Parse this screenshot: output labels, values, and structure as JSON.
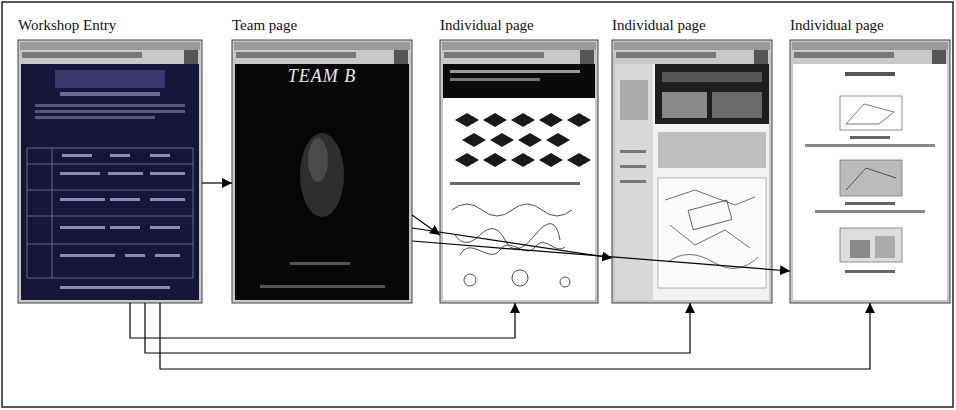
{
  "diagram": {
    "nodes": [
      {
        "text": [
          "Workshop Entry"
        ]
      },
      {
        "text": [
          "Team page",
          "TEAM B"
        ]
      },
      {
        "text": [
          "Individual page"
        ]
      },
      {
        "text": [
          "Individual page"
        ]
      },
      {
        "text": [
          "Individual page"
        ]
      }
    ],
    "edges": [
      {
        "from": 0,
        "to": 1,
        "arrow": "to"
      },
      {
        "from": 1,
        "to": 2,
        "arrow": "to"
      },
      {
        "from": 1,
        "to": 3,
        "arrow": "to"
      },
      {
        "from": 1,
        "to": 4,
        "arrow": "to"
      },
      {
        "from": 0,
        "to": 2,
        "arrow": "to"
      },
      {
        "from": 0,
        "to": 3,
        "arrow": "to"
      },
      {
        "from": 0,
        "to": 4,
        "arrow": "to"
      }
    ]
  }
}
